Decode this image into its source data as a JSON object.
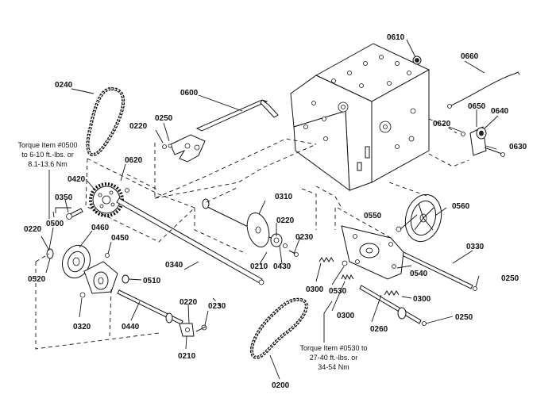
{
  "labels": {
    "p0610": "0610",
    "p0660": "0660",
    "p0240": "0240",
    "p0600": "0600",
    "p0220_a": "0220",
    "p0250_a": "0250",
    "p0650": "0650",
    "p0640": "0640",
    "p0620_a": "0620",
    "p0630": "0630",
    "p0620_b": "0620",
    "p0420": "0420",
    "p0310": "0310",
    "p0350": "0350",
    "p0560": "0560",
    "p0220_b": "0220",
    "p0550": "0550",
    "p0500": "0500",
    "p0220_c": "0220",
    "p0460": "0460",
    "p0230_a": "0230",
    "p0450": "0450",
    "p0330": "0330",
    "p0520": "0520",
    "p0340": "0340",
    "p0210_a": "0210",
    "p0430": "0430",
    "p0540": "0540",
    "p0510": "0510",
    "p0250_b": "0250",
    "p0300_a": "0300",
    "p0530": "0530",
    "p0300_b": "0300",
    "p0220_d": "0220",
    "p0230_b": "0230",
    "p0300_c": "0300",
    "p0320": "0320",
    "p0440": "0440",
    "p0260": "0260",
    "p0250_c": "0250",
    "p0210_b": "0210",
    "p0200": "0200"
  },
  "notes": {
    "torque_0500": [
      "Torque Item #0500",
      "to 6-10 ft.-lbs. or",
      "8.1-13.6 Nm"
    ],
    "torque_0530": [
      "Torque Item #0530 to",
      "27-40 ft.-lbs. or",
      "34-54 Nm"
    ]
  }
}
